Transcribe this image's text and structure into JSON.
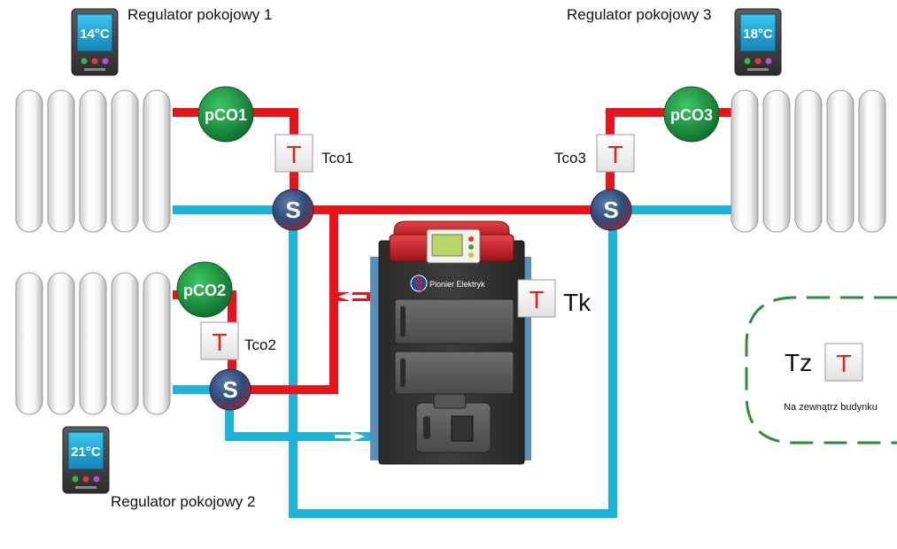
{
  "thermostats": [
    {
      "id": "reg1",
      "label": "Regulator pokojowy 1",
      "temperature": "14°C"
    },
    {
      "id": "reg2",
      "label": "Regulator pokojowy 2",
      "temperature": "21°C"
    },
    {
      "id": "reg3",
      "label": "Regulator pokojowy 3",
      "temperature": "18°C"
    }
  ],
  "pumps": [
    "pCO1",
    "pCO2",
    "pCO3"
  ],
  "valve_symbol": "S",
  "sensor_symbol": "T",
  "sensors": {
    "tco1": "Tco1",
    "tco2": "Tco2",
    "tco3": "Tco3",
    "tk": "Tk",
    "tz": "Tz"
  },
  "boiler": {
    "brand": "Pionier Elektryk"
  },
  "outside": {
    "caption": "Na zewnątrz budynku"
  },
  "colors": {
    "supply": "#e8141b",
    "return": "#1fb3d9",
    "pump": "#1a8e3c",
    "sensor_text": "#e3231b",
    "outside_border": "#2e8b3a"
  }
}
